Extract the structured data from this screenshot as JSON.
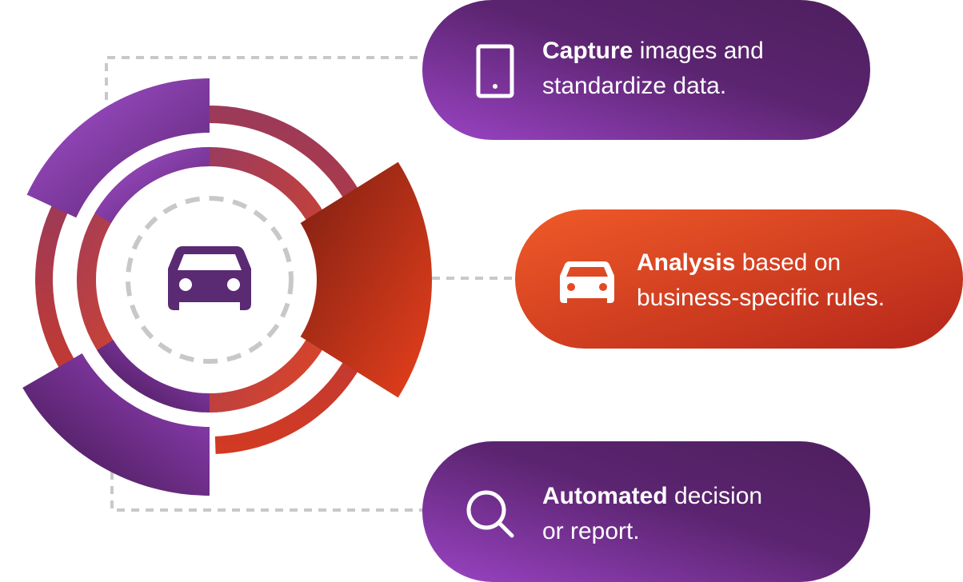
{
  "steps": [
    {
      "bold": "Capture",
      "rest_line1": " images and",
      "line2": "standardize data.",
      "icon": "tablet-icon"
    },
    {
      "bold": "Analysis",
      "rest_line1": " based on",
      "line2": "business-specific rules.",
      "icon": "car-icon"
    },
    {
      "bold": "Automated",
      "rest_line1": " decision",
      "line2": "or report.",
      "icon": "search-icon"
    }
  ],
  "center_icon": "car-icon",
  "colors": {
    "purple_light": "#9b44c4",
    "purple_dark": "#4e1f5e",
    "orange_light": "#f05a28",
    "orange_dark": "#b5261a",
    "connector": "#c8c8c8",
    "center_icon": "#5a2a73"
  }
}
